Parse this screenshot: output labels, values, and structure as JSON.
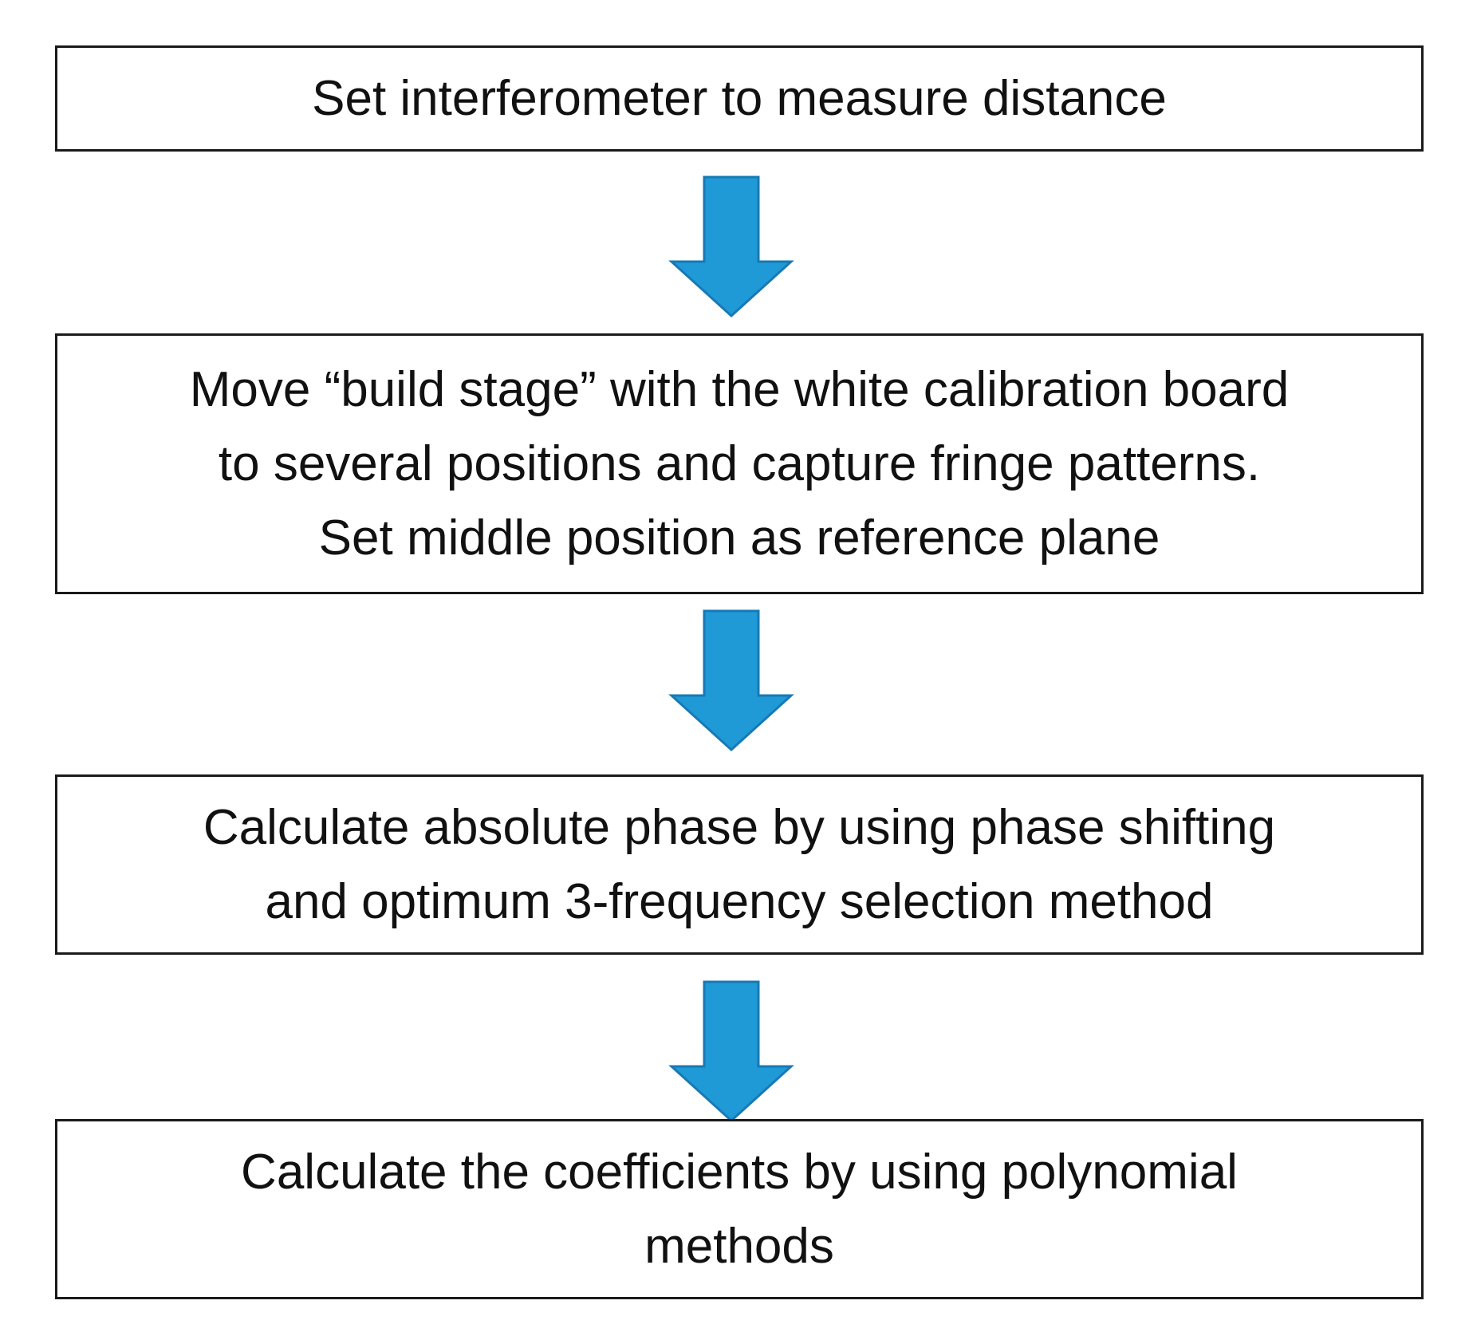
{
  "steps": [
    {
      "lines": [
        "Set interferometer to measure distance"
      ]
    },
    {
      "lines": [
        "Move “build stage” with the white calibration board",
        "to several positions and capture fringe patterns.",
        "Set middle position as reference plane"
      ]
    },
    {
      "lines": [
        "Calculate absolute phase by using phase shifting",
        "and optimum 3-frequency selection method"
      ]
    },
    {
      "lines": [
        "Calculate the coefficients by using polynomial",
        "methods"
      ]
    }
  ],
  "arrows": [
    {
      "icon": "down-arrow-icon",
      "color": "#1f9ad6",
      "outline": "#1779b5"
    },
    {
      "icon": "down-arrow-icon",
      "color": "#1f9ad6",
      "outline": "#1779b5"
    },
    {
      "icon": "down-arrow-icon",
      "color": "#1f9ad6",
      "outline": "#1779b5"
    }
  ],
  "colors": {
    "border": "#1a1a1a",
    "text": "#111111",
    "background": "#ffffff"
  }
}
